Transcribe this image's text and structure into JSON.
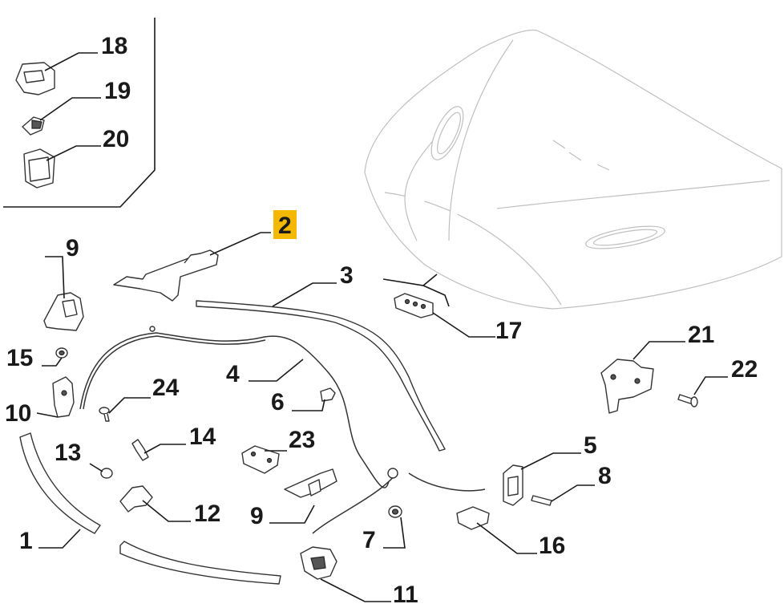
{
  "diagram": {
    "highlight_color": "#f5b800",
    "highlighted_label": "2",
    "labels": [
      "18",
      "19",
      "20",
      "2",
      "9",
      "3",
      "17",
      "15",
      "10",
      "4",
      "24",
      "6",
      "21",
      "22",
      "13",
      "14",
      "23",
      "5",
      "8",
      "1",
      "12",
      "9",
      "7",
      "16",
      "11"
    ]
  }
}
